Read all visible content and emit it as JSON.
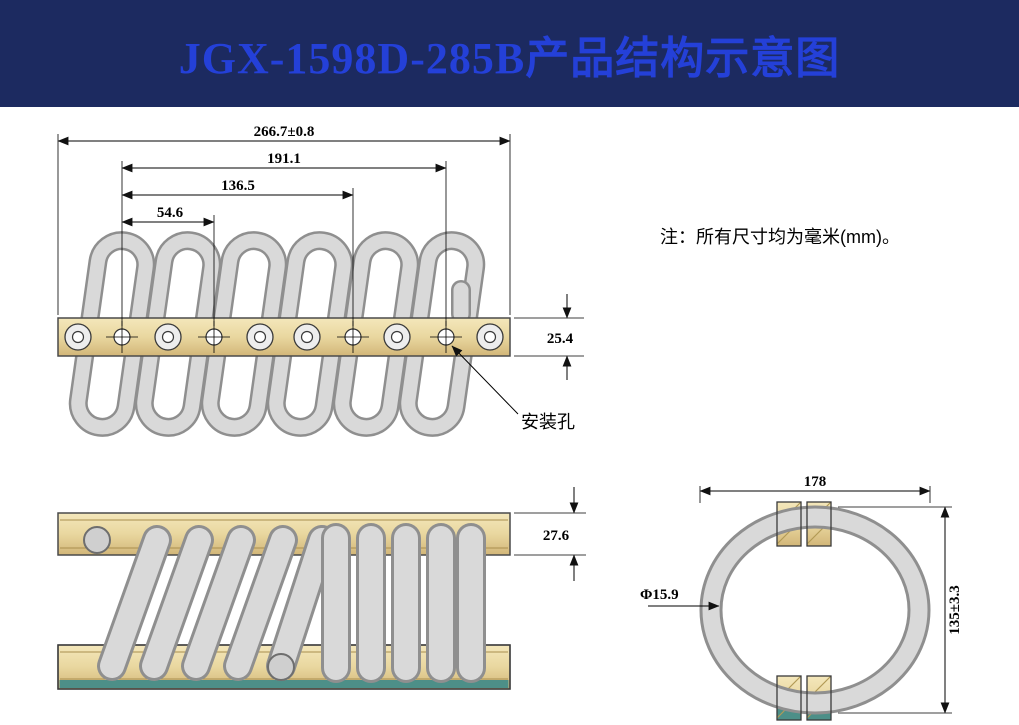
{
  "header": {
    "title": "JGX-1598D-285B产品结构示意图"
  },
  "note": "注：所有尺寸均为毫米(mm)。",
  "front_view": {
    "dim_overall": "266.7±0.8",
    "dim_upper": "191.1",
    "dim_mid": "136.5",
    "dim_small": "54.6",
    "dim_bar_height": "25.4",
    "mounting_hole_label": "安装孔"
  },
  "top_view": {
    "dim_bar_width": "27.6"
  },
  "side_view": {
    "dim_width": "178",
    "dim_height": "135±3.3",
    "dim_wire_dia": "Φ15.9"
  },
  "colors": {
    "banner_bg": "#1c2a60",
    "title_color": "#2440d8",
    "bar_color": "#ead9a6",
    "coil_color": "#d9d9d9",
    "coil_edge": "#8f8f8f",
    "line_color": "#000000",
    "reflection_color": "#4d8f88"
  }
}
